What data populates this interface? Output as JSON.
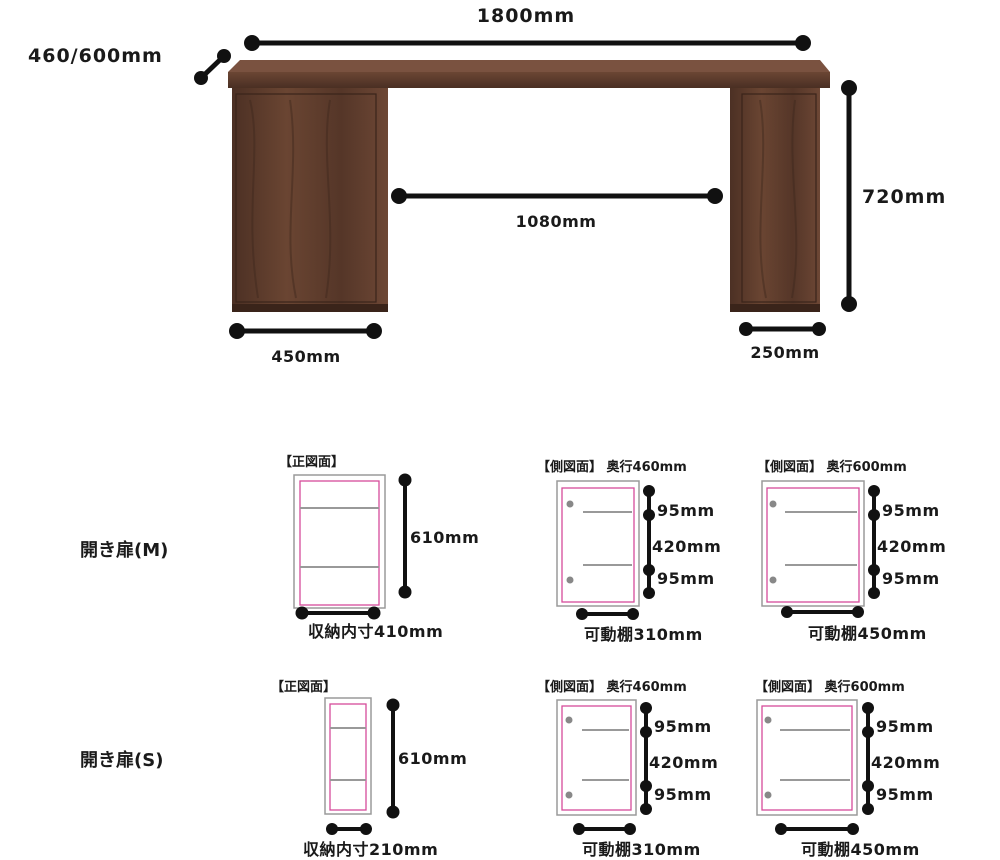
{
  "desk": {
    "width_label": "1800mm",
    "depth_label": "460/600mm",
    "height_label": "720mm",
    "inner_span_label": "1080mm",
    "left_cabinet_label": "450mm",
    "right_cabinet_label": "250mm"
  },
  "rows": [
    {
      "title": "開き扉(M)",
      "front": {
        "heading": "【正図面】",
        "height_label": "610mm",
        "width_label": "収納内寸410mm"
      },
      "sides": [
        {
          "heading": "【側図面】 奥行460mm",
          "top_gap": "95mm",
          "middle_gap": "420mm",
          "bottom_gap": "95mm",
          "shelf_label": "可動棚310mm"
        },
        {
          "heading": "【側図面】 奥行600mm",
          "top_gap": "95mm",
          "middle_gap": "420mm",
          "bottom_gap": "95mm",
          "shelf_label": "可動棚450mm"
        }
      ]
    },
    {
      "title": "開き扉(S)",
      "front": {
        "heading": "【正図面】",
        "height_label": "610mm",
        "width_label": "収納内寸210mm"
      },
      "sides": [
        {
          "heading": "【側図面】 奥行460mm",
          "top_gap": "95mm",
          "middle_gap": "420mm",
          "bottom_gap": "95mm",
          "shelf_label": "可動棚310mm"
        },
        {
          "heading": "【側図面】 奥行600mm",
          "top_gap": "95mm",
          "middle_gap": "420mm",
          "bottom_gap": "95mm",
          "shelf_label": "可動棚450mm"
        }
      ]
    }
  ],
  "colors": {
    "wood": "#5a3a2b",
    "wood_dark": "#3f281d",
    "line": "#111111",
    "inner_outline": "#d64c9a"
  }
}
